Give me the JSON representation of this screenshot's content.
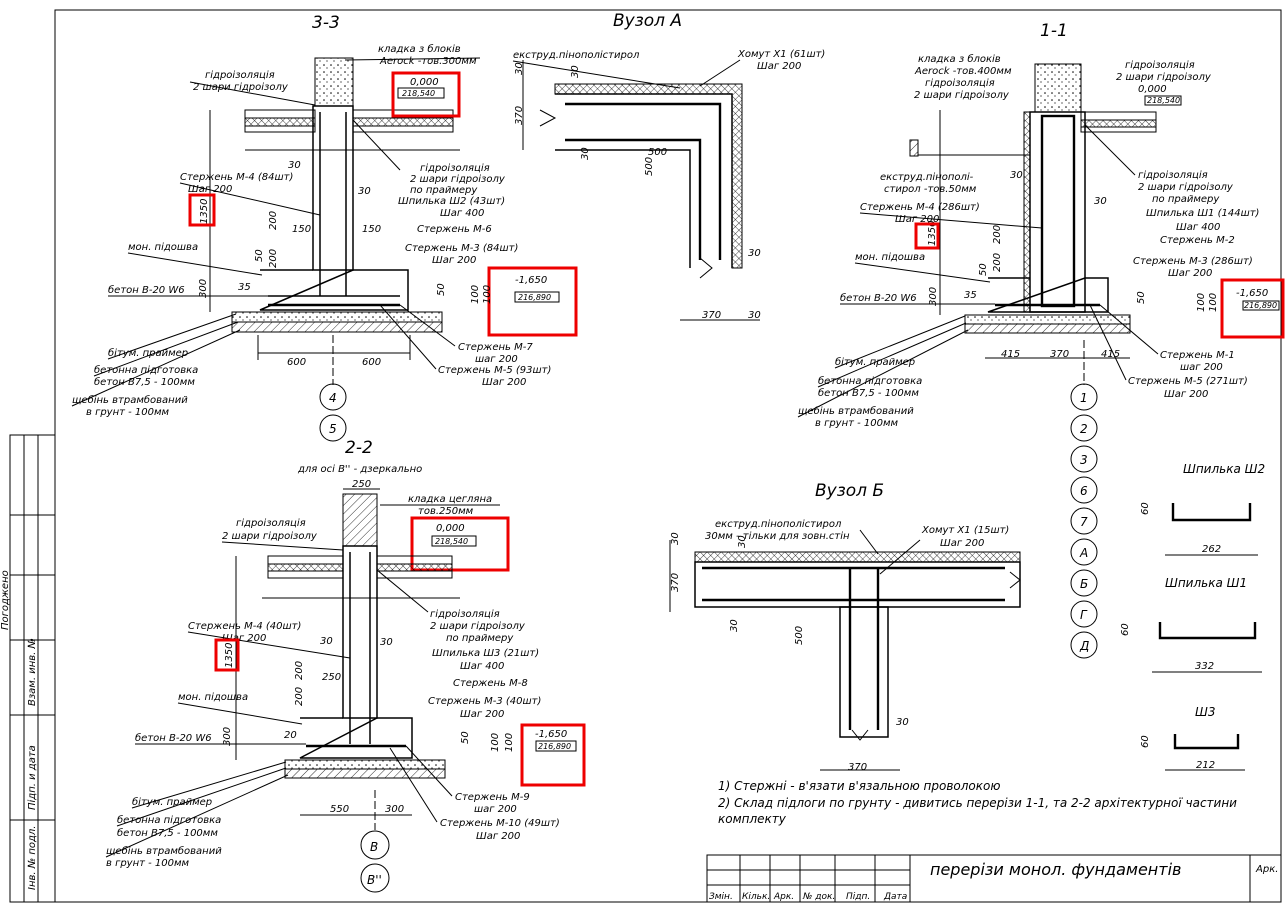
{
  "sections": {
    "s33": {
      "title": "3-3",
      "masonry": [
        "кладка з блоків",
        "Aerock -тов.300мм"
      ],
      "waterproof_top": [
        "гідроізоляція",
        "2 шари гідроізолу"
      ],
      "level_top": {
        "mark": "0,000",
        "abs": "218,540"
      },
      "waterproof_mid": [
        "гідроізоляція",
        "2 шари гідроізолу",
        "по праймеру"
      ],
      "pin": [
        "Шпилька Ш2 (43шт)",
        "Шаг 400"
      ],
      "bar_m4": [
        "Стержень М-4 (84шт)",
        "Шаг 200"
      ],
      "bar_m6": "Стержень М-6",
      "bar_m3": [
        "Стержень М-3 (84шт)",
        "Шаг 200"
      ],
      "mon": "мон. підошва",
      "concrete": "бетон В-20 W6",
      "level_bot": {
        "mark": "-1,650",
        "abs": "216,890"
      },
      "bitum": "бітум. праймер",
      "prep": [
        "бетонна підготовка",
        "бетон В7,5 - 100мм"
      ],
      "gravel": [
        "щебінь втрамбований",
        "в грунт - 100мм"
      ],
      "bar_m7": [
        "Стержень М-7",
        "шаг 200"
      ],
      "bar_m5": [
        "Стержень М-5 (93шт)",
        "Шаг 200"
      ],
      "dims": [
        "30",
        "1350",
        "150",
        "200",
        "150",
        "30",
        "50",
        "200",
        "35",
        "300",
        "50",
        "100",
        "100",
        "600",
        "600"
      ],
      "axes": [
        "4",
        "5"
      ]
    },
    "nodeA": {
      "title": "Вузол А",
      "foam": "екструд.пінополістирол",
      "clamp": [
        "Хомут Х1 (61шт)",
        "Шаг 200"
      ],
      "dims": [
        "30",
        "30",
        "370",
        "30",
        "500",
        "500",
        "30",
        "370",
        "30"
      ]
    },
    "s11": {
      "title": "1-1",
      "masonry": [
        "кладка з блоків",
        "Aerock -тов.400мм"
      ],
      "waterproof_a": [
        "гідроізоляція",
        "2 шари гідроізолу"
      ],
      "waterproof_b": [
        "гідроізоляція",
        "2 шари гідроізолу"
      ],
      "level_top": {
        "mark": "0,000",
        "abs": "218,540"
      },
      "foam": [
        "екструд.пінополі-",
        "стирол -тов.50мм"
      ],
      "waterproof_mid": [
        "гідроізоляція",
        "2 шари гідроізолу",
        "по праймеру"
      ],
      "pin": [
        "Шпилька Ш1 (144шт)",
        "Шаг 400"
      ],
      "bar_m4": [
        "Стержень М-4 (286шт)",
        "Шаг 200"
      ],
      "bar_m2": "Стержень М-2",
      "bar_m3": [
        "Стержень М-3 (286шт)",
        "Шаг 200"
      ],
      "mon": "мон. підошва",
      "concrete": "бетон В-20 W6",
      "level_bot": {
        "mark": "-1,650",
        "abs": "216,890"
      },
      "bitum": "бітум. праймер",
      "prep": [
        "бетонна підготовка",
        "бетон В7,5 - 100мм"
      ],
      "gravel": [
        "щебінь втрамбований",
        "в грунт - 100мм"
      ],
      "bar_m1": [
        "Стержень М-1",
        "шаг 200"
      ],
      "bar_m5": [
        "Стержень М-5 (271шт)",
        "Шаг 200"
      ],
      "dims": [
        "30",
        "1350",
        "200",
        "200",
        "50",
        "35",
        "300",
        "50",
        "100",
        "100",
        "415",
        "370",
        "415",
        "30"
      ],
      "axes": [
        "1",
        "2",
        "3",
        "6",
        "7",
        "А",
        "Б",
        "Г",
        "Д"
      ]
    },
    "s22": {
      "title": "2-2",
      "subtitle": "для осі В'' - дзеркально",
      "masonry": [
        "кладка цегляна",
        "тов.250мм"
      ],
      "waterproof_top": [
        "гідроізоляція",
        "2 шари гідроізолу"
      ],
      "level_top": {
        "mark": "0,000",
        "abs": "218,540"
      },
      "waterproof_mid": [
        "гідроізоляція",
        "2 шари гідроізолу",
        "по праймеру"
      ],
      "pin": [
        "Шпилька Ш3 (21шт)",
        "Шаг 400"
      ],
      "bar_m4": [
        "Стержень М-4 (40шт)",
        "Шаг 200"
      ],
      "bar_m8": "Стержень М-8",
      "bar_m3": [
        "Стержень М-3 (40шт)",
        "Шаг 200"
      ],
      "mon": "мон. підошва",
      "concrete": "бетон В-20 W6",
      "level_bot": {
        "mark": "-1,650",
        "abs": "216,890"
      },
      "bitum": "бітум. праймер",
      "prep": [
        "бетонна підготовка",
        "бетон В7,5 - 100мм"
      ],
      "gravel": [
        "щебінь втрамбований",
        "в грунт - 100мм"
      ],
      "bar_m9": [
        "Стержень М-9",
        "шаг 200"
      ],
      "bar_m10": [
        "Стержень М-10 (49шт)",
        "Шаг 200"
      ],
      "dims": [
        "250",
        "30",
        "1350",
        "200",
        "250",
        "200",
        "300",
        "20",
        "50",
        "100",
        "100",
        "30",
        "550",
        "300"
      ],
      "axes": [
        "В",
        "В''"
      ]
    },
    "nodeB": {
      "title": "Вузол Б",
      "foam": [
        "екструд.пінополістирол",
        "30мм - тільки для зовн.стін"
      ],
      "clamp": [
        "Хомут Х1 (15шт)",
        "Шаг 200"
      ],
      "dims": [
        "30",
        "30",
        "370",
        "30",
        "500",
        "30",
        "370"
      ]
    }
  },
  "pins": [
    {
      "title": "Шпилька Ш2",
      "h": "60",
      "w": "262"
    },
    {
      "title": "Шпилька Ш1",
      "h": "60",
      "w": "332"
    },
    {
      "title": "Ш3",
      "h": "60",
      "w": "212"
    }
  ],
  "notes": [
    "1) Стержні - в'язати в'язальною проволокою",
    "2) Склад підлоги по грунту - дивитись перерізи 1-1, та 2-2 архітектурної частини",
    "комплекту"
  ],
  "title_block": {
    "title": "перерізи монол. фундаментів",
    "headers": [
      "Змін.",
      "Кільк.",
      "Арк.",
      "№ док.",
      "Підп.",
      "Дата"
    ],
    "sheet_label": "Арк."
  },
  "side_stamp": [
    "Інв. № подл.",
    "Підп. и дата",
    "Взам. инв. №",
    "Погоджено"
  ],
  "highlight_color": "#e00000"
}
